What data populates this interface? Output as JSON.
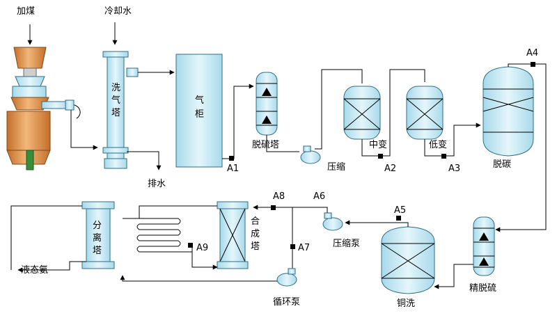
{
  "labels": {
    "add_coal": "加煤",
    "cooling_water": "冷却水",
    "washing_tower_1": "洗",
    "washing_tower_2": "气",
    "washing_tower_3": "塔",
    "gas_holder_1": "气",
    "gas_holder_2": "柜",
    "desulfurization_tower": "脱硫塔",
    "drain_water": "排水",
    "compress": "压缩",
    "medium_shift": "中变",
    "low_shift": "低变",
    "decarbonization": "脱碳",
    "separation_tower_1": "分",
    "separation_tower_2": "离",
    "separation_tower_3": "塔",
    "liquid_ammonia": "液态氨",
    "synthesis_tower_1": "合",
    "synthesis_tower_2": "成",
    "synthesis_tower_3": "塔",
    "circulation_pump": "循环泵",
    "compression_pump": "压缩泵",
    "copper_wash": "铜洗",
    "fine_desulfurization": "精脱硫"
  },
  "points": {
    "a1": "A1",
    "a2": "A2",
    "a3": "A3",
    "a4": "A4",
    "a5": "A5",
    "a6": "A6",
    "a7": "A7",
    "a8": "A8",
    "a9": "A9"
  },
  "colors": {
    "vessel_fill": "#d6f0f7",
    "vessel_dark": "#9fd3e4",
    "gasifier_orange": "#e8994e",
    "gasifier_dark": "#c46f2a",
    "gasifier_light": "#f6cfa3",
    "line": "#000000"
  }
}
